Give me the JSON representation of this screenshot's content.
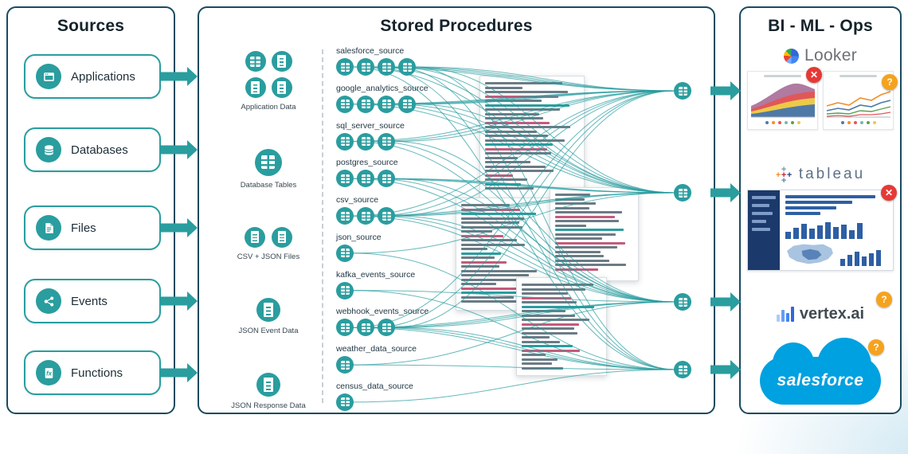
{
  "sources": {
    "title": "Sources",
    "items": [
      {
        "label": "Applications"
      },
      {
        "label": "Databases"
      },
      {
        "label": "Files"
      },
      {
        "label": "Events"
      },
      {
        "label": "Functions"
      }
    ]
  },
  "stored_procedures": {
    "title": "Stored Procedures",
    "staging": [
      {
        "label": "Application Data"
      },
      {
        "label": "Database Tables"
      },
      {
        "label": "CSV + JSON Files"
      },
      {
        "label": "JSON Event Data"
      },
      {
        "label": "JSON Response Data"
      }
    ],
    "groups": [
      {
        "name": "salesforce_source",
        "tables": 4
      },
      {
        "name": "google_analytics_source",
        "tables": 4
      },
      {
        "name": "sql_server_source",
        "tables": 3
      },
      {
        "name": "postgres_source",
        "tables": 3
      },
      {
        "name": "csv_source",
        "tables": 3
      },
      {
        "name": "json_source",
        "tables": 1
      },
      {
        "name": "kafka_events_source",
        "tables": 1
      },
      {
        "name": "webhook_events_source",
        "tables": 3
      },
      {
        "name": "weather_data_source",
        "tables": 1
      },
      {
        "name": "census_data_source",
        "tables": 1
      }
    ],
    "output_tables": 4,
    "connections": [
      {
        "from": 0,
        "to": [
          0,
          1,
          3
        ]
      },
      {
        "from": 1,
        "to": [
          0,
          1
        ]
      },
      {
        "from": 2,
        "to": [
          0,
          2
        ]
      },
      {
        "from": 3,
        "to": [
          1,
          2
        ]
      },
      {
        "from": 4,
        "to": [
          0,
          1,
          2
        ]
      },
      {
        "from": 5,
        "to": [
          1,
          3
        ]
      },
      {
        "from": 6,
        "to": [
          2,
          3
        ]
      },
      {
        "from": 7,
        "to": [
          0,
          2,
          3
        ]
      },
      {
        "from": 8,
        "to": [
          2,
          3
        ]
      },
      {
        "from": 9,
        "to": [
          3
        ]
      }
    ]
  },
  "bi_ml_ops": {
    "title": "BI - ML - Ops",
    "tools": [
      {
        "name": "Looker",
        "status": [
          "error",
          "question"
        ]
      },
      {
        "name": "tableau",
        "status": [
          "error"
        ]
      },
      {
        "name": "vertex.ai",
        "status": [
          "question"
        ]
      },
      {
        "name": "salesforce",
        "status": [
          "question"
        ]
      }
    ],
    "error_glyph": "✕",
    "question_glyph": "?"
  },
  "colors": {
    "teal": "#2a9d9f",
    "panel_border": "#1a4a5e",
    "error_red": "#e53935",
    "question_orange": "#f6a21d",
    "salesforce_blue": "#00a1e0"
  }
}
